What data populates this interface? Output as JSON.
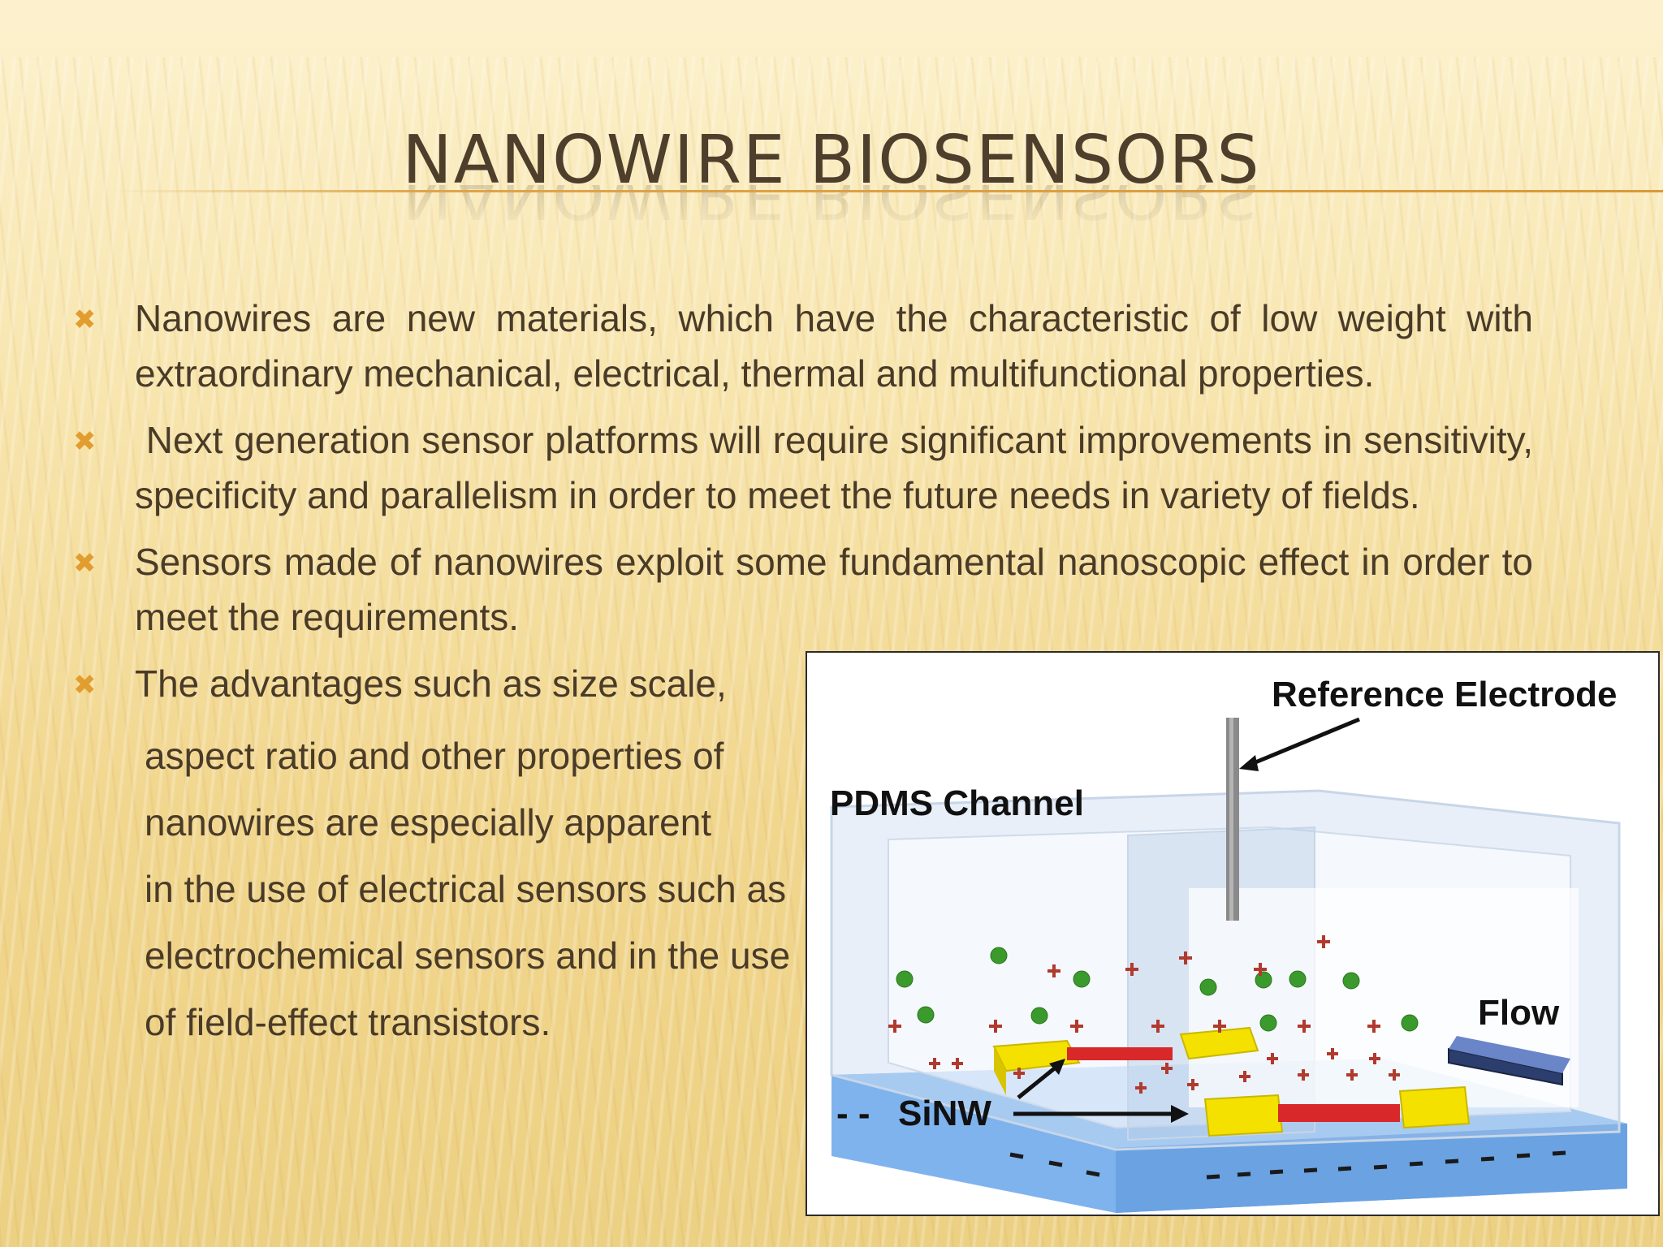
{
  "slide": {
    "title": "NANOWIRE BIOSENSORS",
    "bullet_mark": "✖",
    "bullets": [
      "Nanowires are new materials, which have the characteristic of low weight with extraordinary mechanical, electrical, thermal and multifunctional properties.",
      " Next generation sensor platforms will require significant improvements in sensitivity, specificity and parallelism in order to meet the future needs in variety of fields.",
      "Sensors made of nanowires exploit some fundamental nanoscopic effect in order to meet the requirements."
    ],
    "last_bullet": {
      "first": "The advantages such as size scale,",
      "lines": [
        "aspect ratio and other properties of",
        "nanowires are especially apparent",
        "in the use of electrical sensors such as",
        "electrochemical sensors and in the use",
        "of field-effect transistors."
      ]
    }
  },
  "figure": {
    "labels": {
      "reference": "Reference Electrode",
      "pdms": "PDMS Channel",
      "flow": "Flow",
      "sinw": "SiNW",
      "dashes": "- -"
    },
    "colors": {
      "substrate": "#7fb3ee",
      "pad": "#f5e100",
      "nanowire": "#d8282a",
      "neg_ion": "#3a9a2c",
      "pos_ion": "#c0392b"
    }
  }
}
